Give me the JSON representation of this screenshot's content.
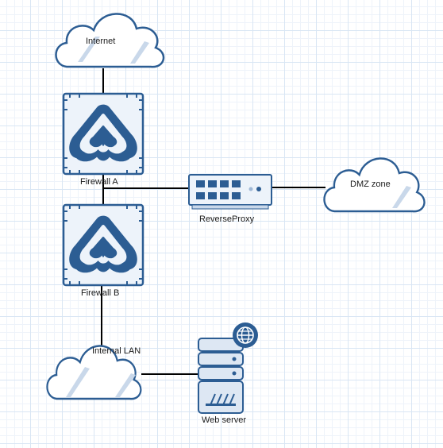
{
  "diagram": {
    "nodes": {
      "internet": {
        "label": "Internet",
        "icon": "cloud-icon"
      },
      "firewall_a": {
        "label": "Firewall A",
        "icon": "firewall-icon"
      },
      "reverse_proxy": {
        "label": "ReverseProxy",
        "icon": "network-switch-icon"
      },
      "dmz_zone": {
        "label": "DMZ zone",
        "icon": "cloud-icon"
      },
      "firewall_b": {
        "label": "Firewall B",
        "icon": "firewall-icon"
      },
      "internal_lan": {
        "label": "Internal LAN",
        "icon": "cloud-icon"
      },
      "web_server": {
        "label": "Web server",
        "icon": "web-server-icon"
      }
    },
    "edges": [
      [
        "internet",
        "firewall_a"
      ],
      [
        "firewall_a",
        "firewall_b"
      ],
      [
        "firewall_a",
        "reverse_proxy"
      ],
      [
        "reverse_proxy",
        "dmz_zone"
      ],
      [
        "firewall_b",
        "internal_lan"
      ],
      [
        "internal_lan",
        "web_server"
      ]
    ]
  },
  "colors": {
    "icon_stroke": "#2c5d93",
    "icon_fill": "#edf3fa",
    "grid": "#d9e6f4",
    "connector": "#000000"
  }
}
